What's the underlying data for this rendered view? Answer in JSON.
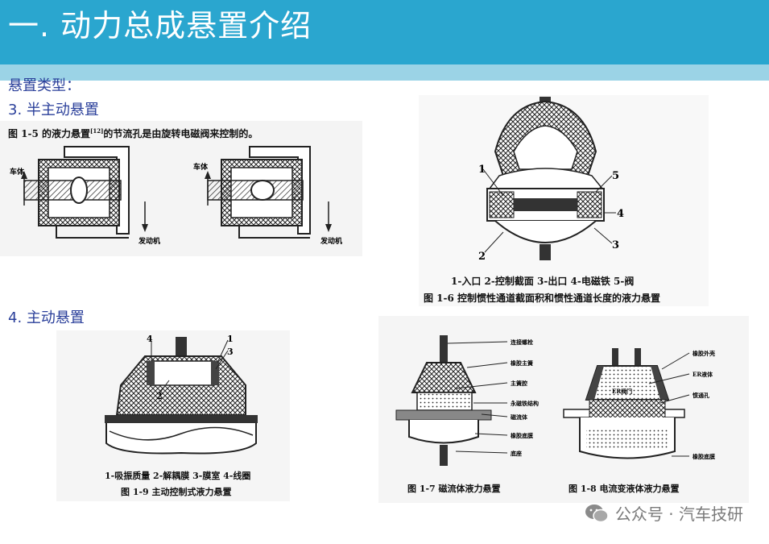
{
  "header": {
    "title": "一. 动力总成悬置介绍"
  },
  "section": {
    "type_label": "悬置类型：",
    "semi_active_label": "3.  半主动悬置",
    "active_label": "4.  主动悬置"
  },
  "fig_1_5": {
    "caption": "图 1-5 的液力悬置",
    "caption_ref": "[12]",
    "caption_rest": "的节流孔是由旋转电磁阀来控制的。",
    "left_body_label": "车体",
    "left_engine_label": "发动机",
    "right_body_label": "车体",
    "right_engine_label": "发动机"
  },
  "fig_1_6": {
    "legend": "1-入口 2-控制截面 3-出口 4-电磁铁 5-阀",
    "caption": "图 1-6 控制惯性通道截面积和惯性通道长度的液力悬置",
    "callouts": [
      "1",
      "5",
      "4",
      "2",
      "3"
    ]
  },
  "fig_1_9": {
    "legend": "1-吸振质量 2-解耦膜 3-膜室 4-线圈",
    "caption": "图 1-9 主动控制式液力悬置",
    "callouts": [
      "4",
      "1",
      "3",
      "2"
    ]
  },
  "fig_1_7": {
    "caption": "图 1-7 磁流体液力悬置",
    "labels": [
      "连接螺栓",
      "橡胶主簧",
      "主簧腔",
      "永磁铁结构",
      "磁流体",
      "橡胶底膜",
      "底座"
    ]
  },
  "fig_1_8": {
    "caption": "图 1-8 电流变液体液力悬置",
    "labels": [
      "橡胶外壳",
      "ER液体",
      "ER阀门",
      "惯通孔",
      "橡胶底膜"
    ]
  },
  "watermark": {
    "text": "公众号 · 汽车技研",
    "icon": "wechat-icon"
  }
}
